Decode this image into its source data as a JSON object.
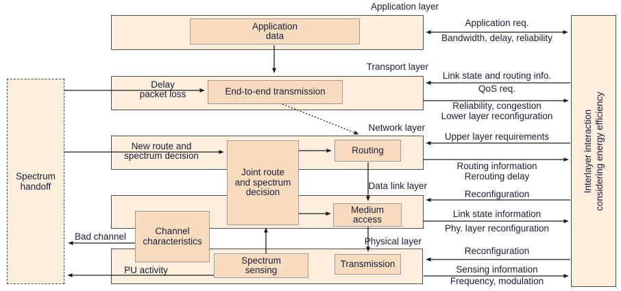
{
  "colors": {
    "layer_fill": "#fdeedd",
    "node_fill": "#f8dcbf",
    "node_border": "#9a9a9a",
    "layer_border": "#4a4a4a",
    "text": "#1b1b35",
    "arrow": "#1a1a1a",
    "background": "#ffffff"
  },
  "headers": {
    "application": "Application layer",
    "transport": "Transport layer",
    "network": "Network layer",
    "datalink": "Data link layer",
    "physical": "Physical layer"
  },
  "nodes": {
    "application_data": "Application\ndata",
    "end_to_end": "End-to-end transmission",
    "routing": "Routing",
    "joint_route": "Joint route\nand spectrum\ndecision",
    "medium_access": "Medium\naccess",
    "channel_characteristics": "Channel\ncharacteristics",
    "spectrum_sensing": "Spectrum\nsensing",
    "transmission": "Transmission",
    "spectrum_handoff": "Spectrum\nhandoff",
    "interlayer": "Interlayer interaction\nconsidering energy efficiency"
  },
  "left_flows": {
    "delay_packet_loss": "Delay\npacket loss",
    "new_route": "New route and\nspectrum decision",
    "bad_channel": "Bad channel",
    "pu_activity": "PU activity"
  },
  "right_flows": [
    {
      "above": "Application req.",
      "below": "Bandwidth, delay, reliability"
    },
    {
      "above": "Link state and routing info.",
      "below": "QoS req."
    },
    {
      "below": "Reliability, congestion\nLower layer reconfiguration"
    },
    {
      "above": "Upper layer requirements"
    },
    {
      "below": "Routing information\nRerouting delay"
    },
    {
      "above": "Reconfiguration"
    },
    {
      "above": "Link state information",
      "below": "Phy. layer reconfiguration"
    },
    {
      "above": "Reconfiguration"
    },
    {
      "above": "Sensing information",
      "below": "Frequency, modulation"
    }
  ]
}
